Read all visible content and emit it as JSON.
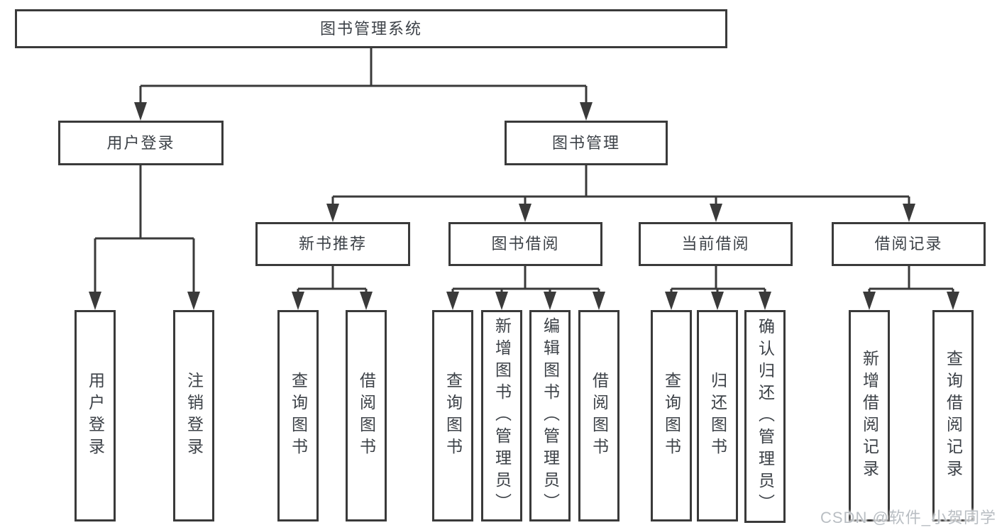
{
  "tree": {
    "root": {
      "label": "图书管理系统"
    },
    "children": [
      {
        "label": "用户登录",
        "children": [
          {
            "label": "用户登录"
          },
          {
            "label": "注销登录"
          }
        ]
      },
      {
        "label": "图书管理",
        "children": [
          {
            "label": "新书推荐",
            "children": [
              {
                "label": "查询图书"
              },
              {
                "label": "借阅图书"
              }
            ]
          },
          {
            "label": "图书借阅",
            "children": [
              {
                "label": "查询图书"
              },
              {
                "label": "新增图书（管理员）"
              },
              {
                "label": "编辑图书（管理员）"
              },
              {
                "label": "借阅图书"
              }
            ]
          },
          {
            "label": "当前借阅",
            "children": [
              {
                "label": "查询图书"
              },
              {
                "label": "归还图书"
              },
              {
                "label": "确认归还（管理员）"
              }
            ]
          },
          {
            "label": "借阅记录",
            "children": [
              {
                "label": "新增借阅记录"
              },
              {
                "label": "查询借阅记录"
              }
            ]
          }
        ]
      }
    ]
  },
  "watermark": {
    "text": "CSDN @软件_小贺同学"
  },
  "colors": {
    "line": "#3a3a3a",
    "text": "#3c4147",
    "background": "#ffffff",
    "watermark": "#b9bec3"
  }
}
